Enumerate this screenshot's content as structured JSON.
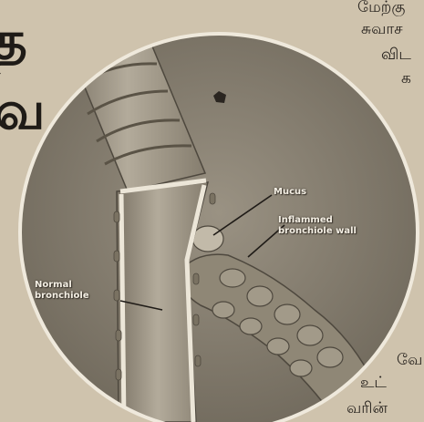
{
  "labels": {
    "mucus": "Mucus",
    "inflamed_line1": "Inflammed",
    "inflamed_line2": "bronchiole wall",
    "normal_line1": "Normal",
    "normal_line2": "bronchiole"
  },
  "side_text": {
    "right_top": [
      "மேற்கு",
      "சுவாச",
      "விட",
      "க"
    ],
    "right_bottom": [
      "வே",
      "உட்",
      "வரின்"
    ],
    "left_headline": [
      "த",
      "வ"
    ]
  },
  "colors": {
    "paper": "#cfc3ad",
    "circle_fill": "#8d8576",
    "tube": "#a39b8b",
    "tube_highlight": "#e9e3d6",
    "ink": "#2a2520"
  }
}
